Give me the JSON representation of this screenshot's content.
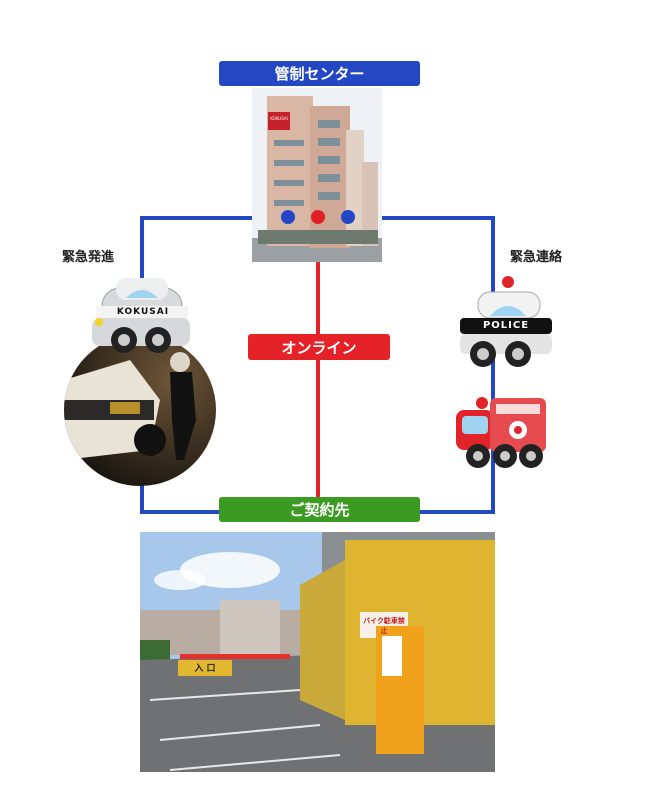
{
  "labels": {
    "control_center": "管制センター",
    "online": "オンライン",
    "client": "ご契約先",
    "dispatch": "緊急発進",
    "contact": "緊急連絡"
  },
  "vehicles": {
    "security_car_text": "KOKUSAI",
    "police_car_text": "POLICE"
  },
  "parking_photo": {
    "sign_entrance": "入 口",
    "sign_no_bike": "バイク駐車禁止"
  },
  "building_sign": "KOKUSAI",
  "colors": {
    "blue": "#2448c4",
    "red": "#e52228",
    "green": "#3b9a22",
    "dot_blue": "#2346c8",
    "dot_red": "#e02025"
  }
}
